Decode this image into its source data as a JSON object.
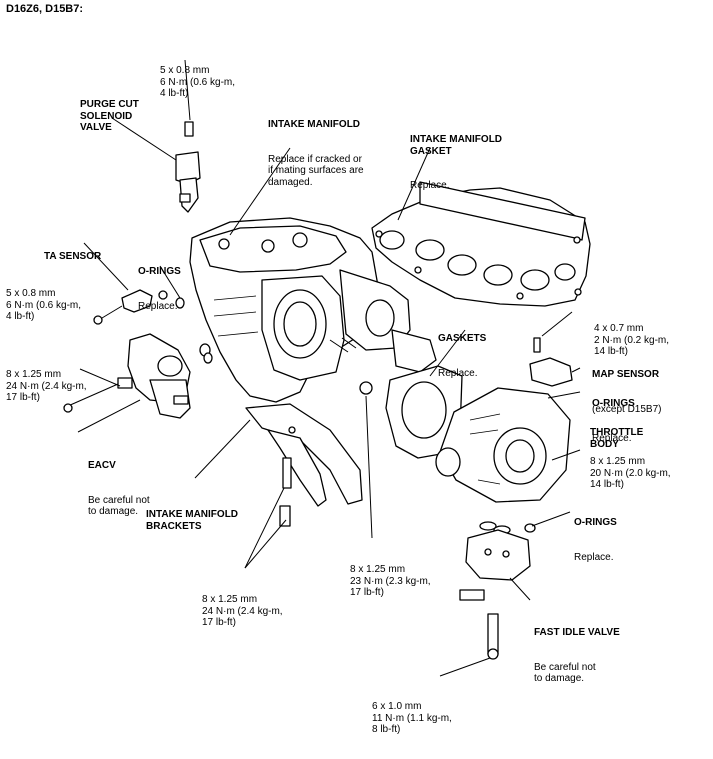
{
  "header": "D16Z6, D15B7:",
  "labels": {
    "top_bolt_spec": "5 x 0.8 mm\n6 N·m (0.6 kg-m,\n4 lb-ft)",
    "purge_cut_title": "PURGE CUT\nSOLENOID\nVALVE",
    "intake_manifold_title": "INTAKE MANIFOLD",
    "intake_manifold_desc": "Replace if cracked or\nif mating surfaces are\ndamaged.",
    "intake_gasket_title": "INTAKE MANIFOLD\nGASKET",
    "intake_gasket_desc": "Replace.",
    "ta_sensor_title": "TA SENSOR",
    "ta_bolt_spec": "5 x 0.8 mm\n6 N·m (0.6 kg-m,\n4 lb-ft)",
    "orings1_title": "O-RINGS",
    "orings1_desc": "Replace.",
    "map_bolt_spec": "4 x 0.7 mm\n2 N·m (0.2 kg-m,\n14 lb-ft)",
    "gaskets_title": "GASKETS",
    "gaskets_desc": "Replace.",
    "map_sensor_title": "MAP SENSOR",
    "map_sensor_desc": "(except D15B7)",
    "orings2_title": "O-RINGS",
    "orings2_desc": "Replace.",
    "eacv_bolt_spec": "8 x 1.25 mm\n24 N·m (2.4 kg-m,\n17 lb-ft)",
    "throttle_body_title": "THROTTLE\nBODY",
    "throttle_bolt_spec": "8 x 1.25 mm\n20 N·m (2.0 kg-m,\n14 lb-ft)",
    "eacv_title": "EACV",
    "eacv_desc": "Be careful not\nto damage.",
    "brackets_title": "INTAKE MANIFOLD\nBRACKETS",
    "orings3_title": "O-RINGS",
    "orings3_desc": "Replace.",
    "center_nut_spec": "8 x 1.25 mm\n23 N·m (2.3 kg-m,\n17 lb-ft)",
    "bracket_bolt_spec": "8 x 1.25 mm\n24 N·m (2.4 kg-m,\n17 lb-ft)",
    "fast_idle_title": "FAST IDLE VALVE",
    "fast_idle_desc": "Be careful not\nto damage.",
    "bottom_bolt_spec": "6 x 1.0 mm\n11 N·m (1.1 kg-m,\n8 lb-ft)"
  }
}
